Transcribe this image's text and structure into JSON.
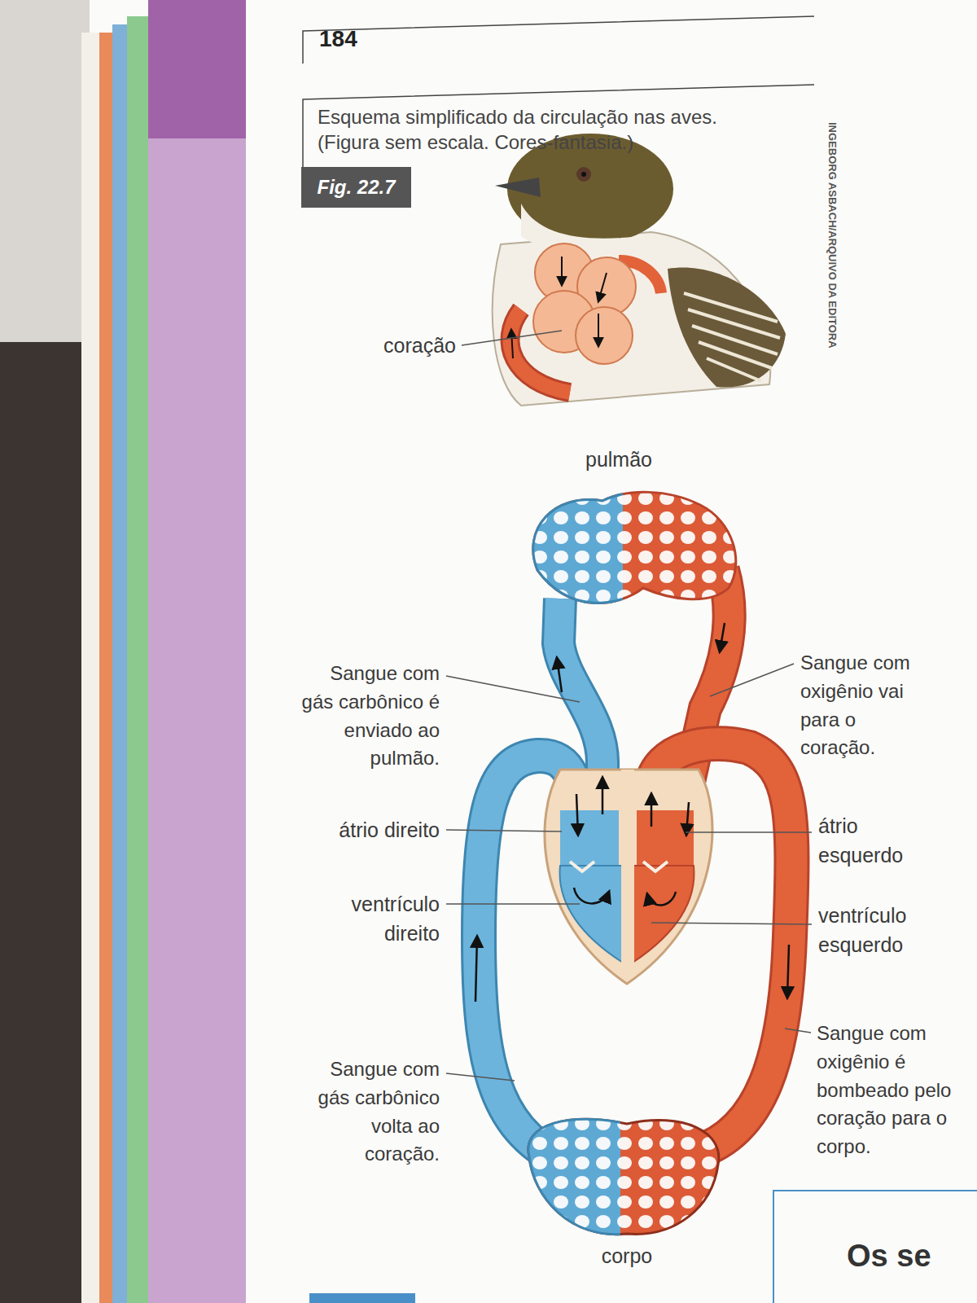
{
  "diagram": {
    "caption": "Esquema simplificado da circulação nas aves. (Figura sem escala. Cores-fantasia.)",
    "labels": [
      "184",
      "Fig. 22.7",
      "coração",
      "INGEBORG ASBACH/ARQUIVO DA EDITORA",
      "pulmão",
      "Sangue com gás carbônico é enviado ao pulmão.",
      "átrio direito",
      "ventrículo direito",
      "Sangue com gás carbônico volta ao coração.",
      "Sangue com oxigênio vai para o coração.",
      "átrio esquerdo",
      "ventrículo esquerdo",
      "Sangue com oxigênio é bombeado pelo coração para o corpo.",
      "corpo",
      "Os se"
    ]
  }
}
